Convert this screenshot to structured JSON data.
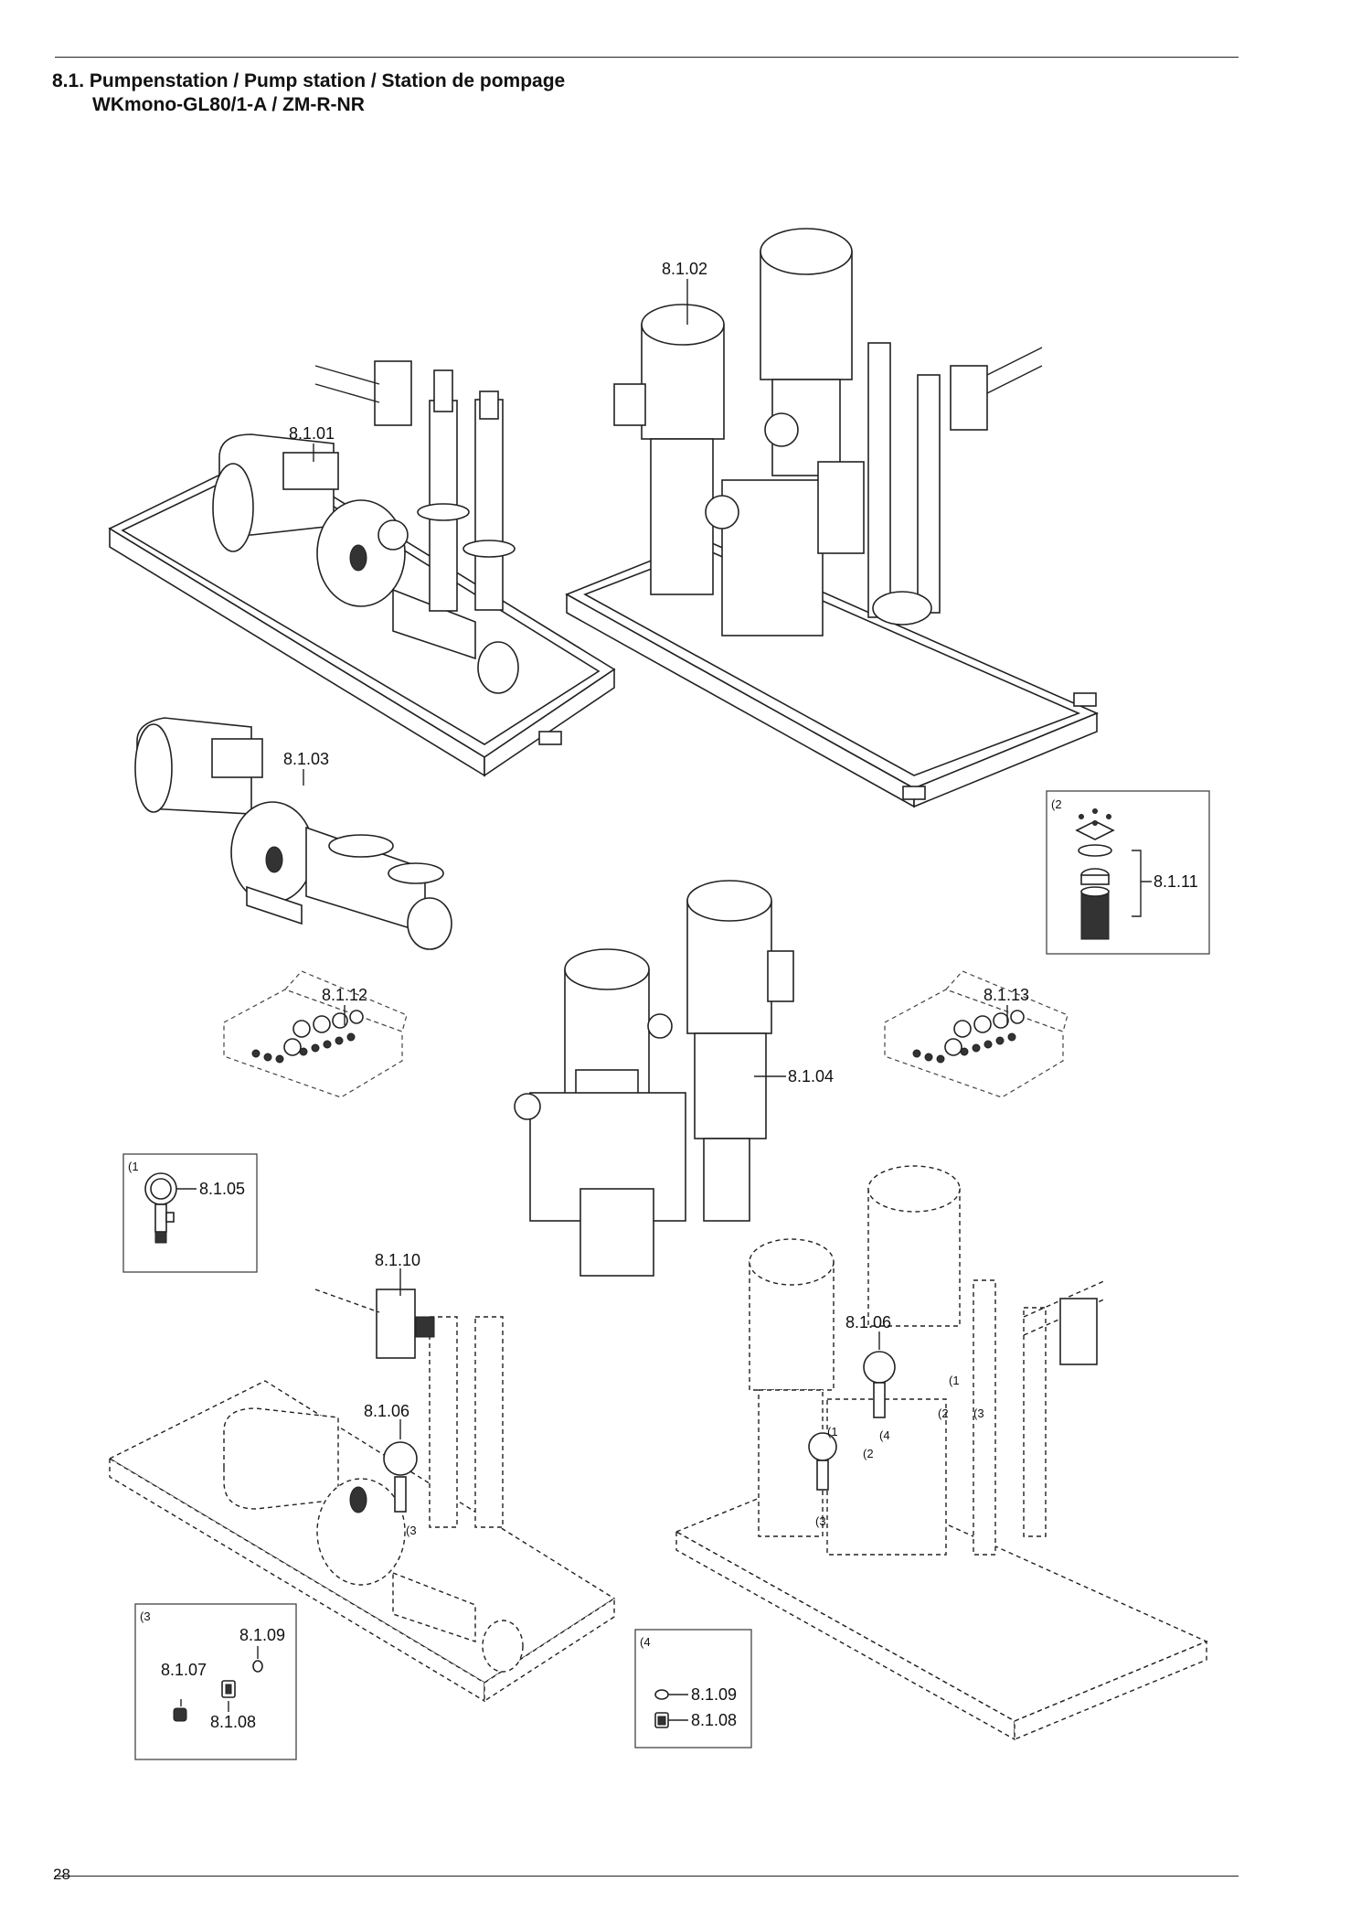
{
  "header": {
    "title_line1": "8.1. Pumpenstation / Pump station / Station de pompage",
    "title_line2": "WKmono-GL80/1-A / ZM-R-NR"
  },
  "footer": {
    "page_number": "28"
  },
  "callouts": {
    "c0101": "8.1.01",
    "c0102": "8.1.02",
    "c0103": "8.1.03",
    "c0104": "8.1.04",
    "c0105": "8.1.05",
    "c0106a": "8.1.06",
    "c0106b": "8.1.06",
    "c0107": "8.1.07",
    "c0108a": "8.1.08",
    "c0108b": "8.1.08",
    "c0109a": "8.1.09",
    "c0109b": "8.1.09",
    "c0110": "8.1.10",
    "c0111": "8.1.11",
    "c0112": "8.1.12",
    "c0113": "8.1.13"
  },
  "detail_refs": {
    "d1": "(1",
    "d2": "(2",
    "d3": "(3",
    "d4": "(4",
    "m1a": "(1",
    "m1b": "(1",
    "m2a": "(2",
    "m2b": "(2",
    "m3a": "(3",
    "m3b": "(3",
    "m3c": "(3",
    "m4": "(4"
  }
}
